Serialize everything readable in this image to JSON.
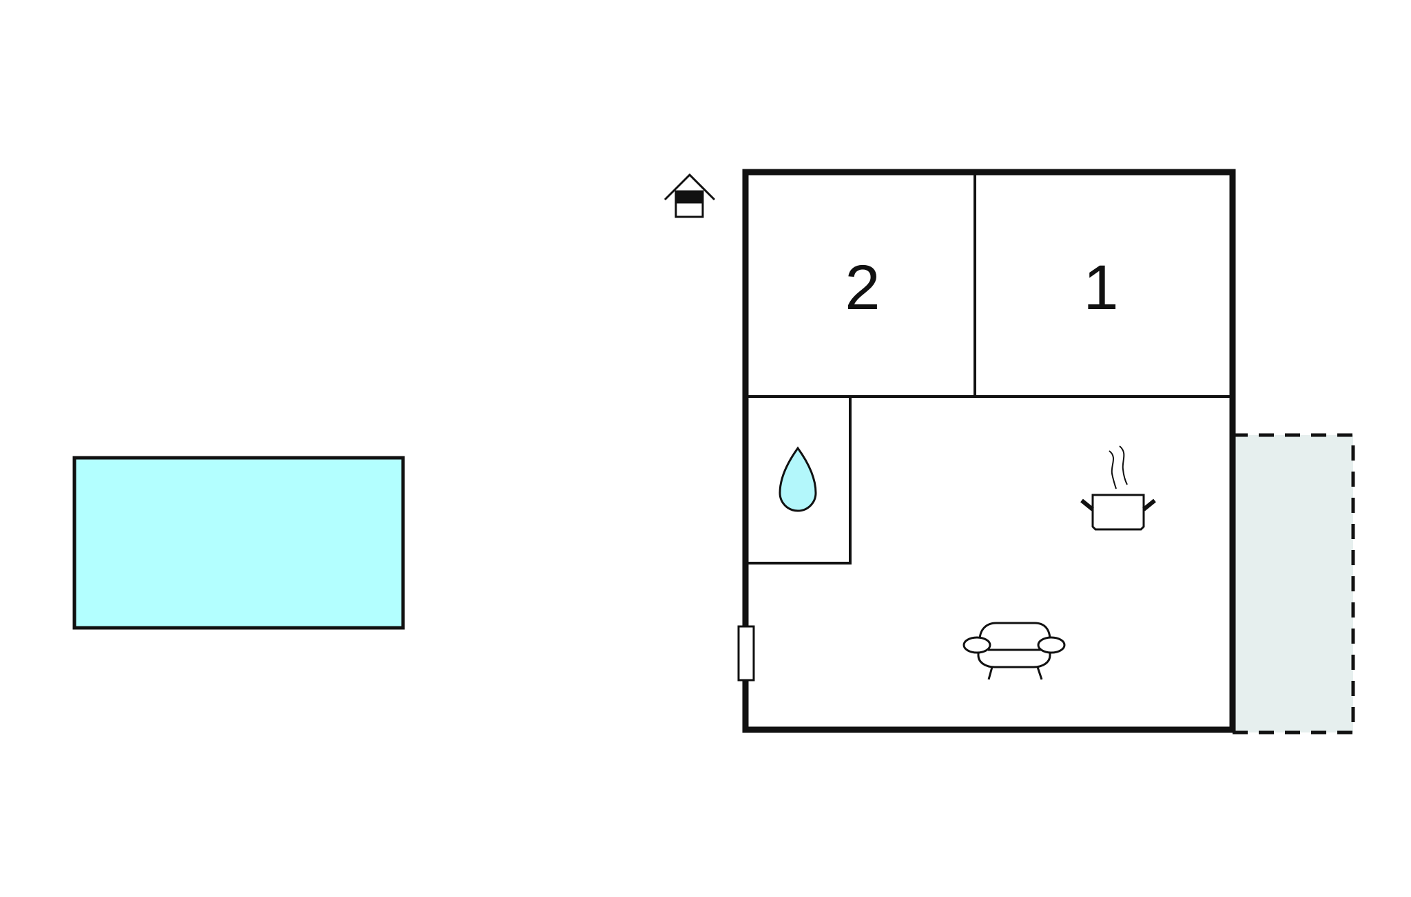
{
  "floor_plan": {
    "rooms": [
      {
        "id": "bedroom-2",
        "label": "2"
      },
      {
        "id": "bedroom-1",
        "label": "1"
      }
    ],
    "icons": [
      "entrance-house-icon",
      "bathroom-water-drop-icon",
      "kitchen-pot-icon",
      "living-room-sofa-icon",
      "door-icon"
    ],
    "colors": {
      "wall": "#111111",
      "pool_fill": "#b3ffff",
      "bathroom_drop_fill": "#b3f7fb",
      "terrace_fill": "#e6efee"
    }
  }
}
